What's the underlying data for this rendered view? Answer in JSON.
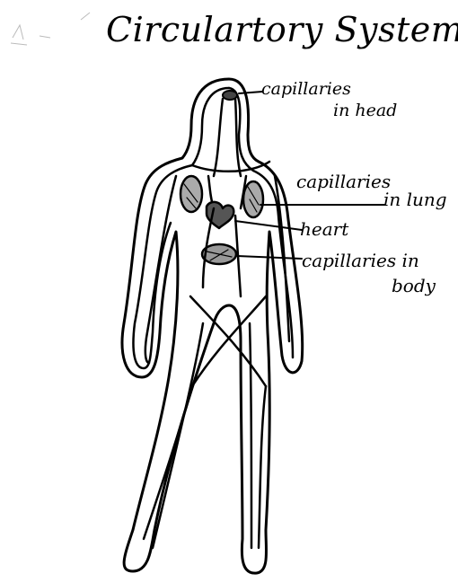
{
  "title": "Circulartory System",
  "labels": {
    "head_line1": "capillaries",
    "head_line2": "in head",
    "lungs_line1": "capillaries",
    "lungs_line2": "in lung",
    "heart": "heart",
    "body_line1": "capillaries in",
    "body_line2": "body"
  },
  "colors": {
    "ink": "#000000",
    "paper": "#ffffff"
  }
}
